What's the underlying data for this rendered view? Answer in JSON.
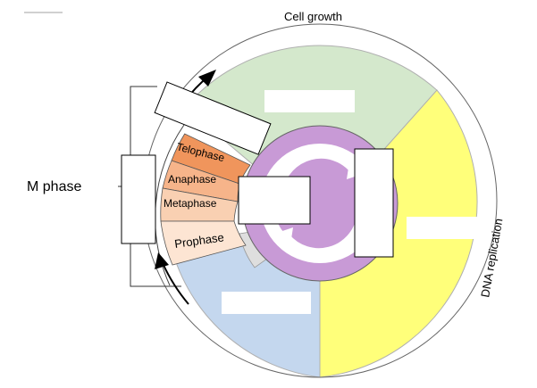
{
  "labels": {
    "m_phase": "M phase",
    "cell_growth": "Cell growth",
    "dna_replication": "DNA replication",
    "telophase": "Telophase",
    "anaphase": "Anaphase",
    "metaphase": "Metaphase",
    "prophase": "Prophase"
  },
  "colors": {
    "g1_green": "#d4e8cc",
    "s_yellow": "#ffff7a",
    "g2_blue": "#c4d7ee",
    "center_purple": "#c89ad6",
    "telophase_orange": "#f0955c",
    "anaphase_orange": "#f6b48a",
    "metaphase_orange": "#f9d0b2",
    "prophase_orange": "#fde5d3",
    "gray_wedge": "#dedede",
    "outline": "#000000"
  },
  "icons": [
    "arrow-up-right-icon",
    "arrow-up-left-icon",
    "cycle-arrow-icon"
  ]
}
